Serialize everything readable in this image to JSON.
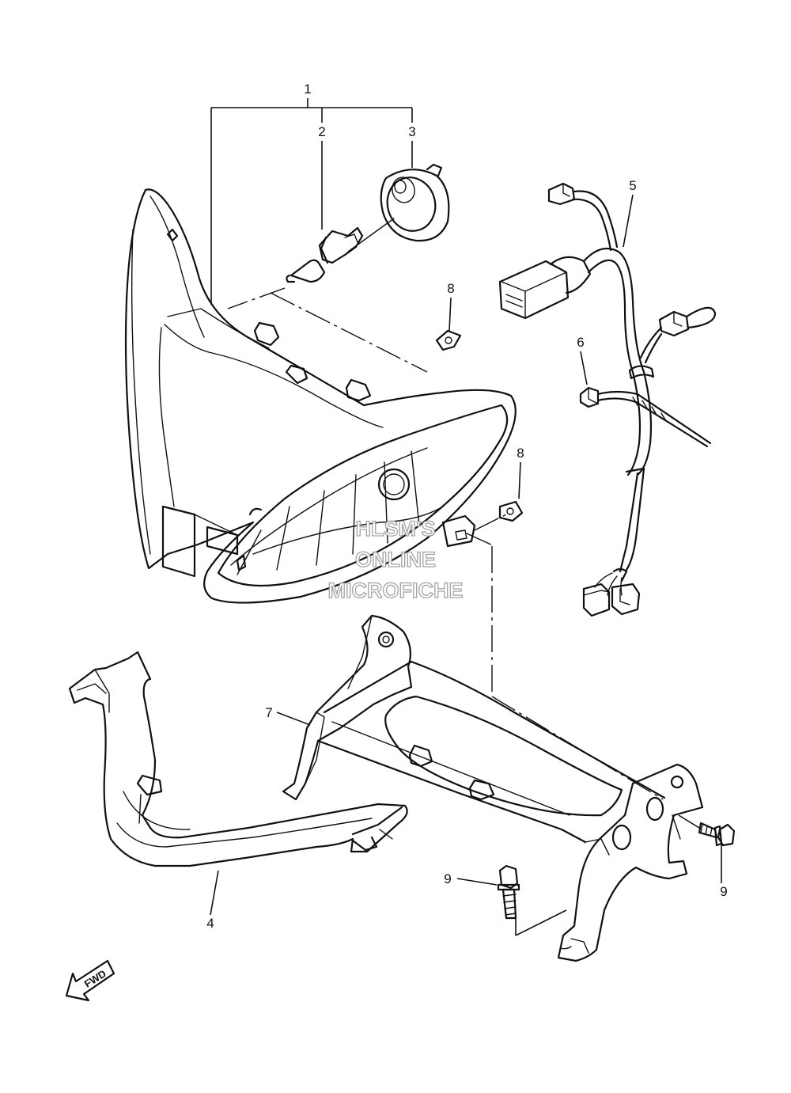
{
  "callouts": {
    "c1": "1",
    "c2": "2",
    "c3": "3",
    "c4": "4",
    "c5": "5",
    "c6": "6",
    "c7": "7",
    "c8a": "8",
    "c8b": "8",
    "c9a": "9",
    "c9b": "9"
  },
  "watermark": {
    "line1": "HLSM'S",
    "line2": "ONLINE",
    "line3": "MICROFICHE"
  },
  "direction_label": "FWD"
}
